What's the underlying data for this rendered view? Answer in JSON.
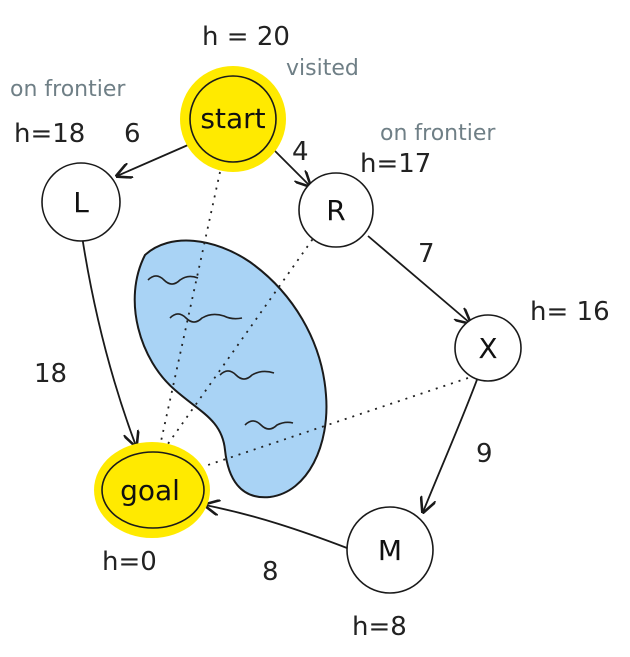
{
  "colors": {
    "highlight": "#ffea00",
    "lake_fill": "#a9d3f5",
    "lake_stroke": "#1a1a1a",
    "ink": "#222222",
    "note": "#6f7f86"
  },
  "nodes": {
    "start": {
      "label": "start",
      "h": "h = 20",
      "note": "visited"
    },
    "L": {
      "label": "L",
      "h": "h=18",
      "note": "on frontier"
    },
    "R": {
      "label": "R",
      "h": "h=17",
      "note": "on frontier"
    },
    "X": {
      "label": "X",
      "h": "h= 16"
    },
    "M": {
      "label": "M",
      "h": "h=8"
    },
    "goal": {
      "label": "goal",
      "h": "h=0"
    }
  },
  "edges": {
    "start_L": "6",
    "start_R": "4",
    "R_X": "7",
    "L_goal": "18",
    "X_M": "9",
    "M_goal": "8"
  }
}
